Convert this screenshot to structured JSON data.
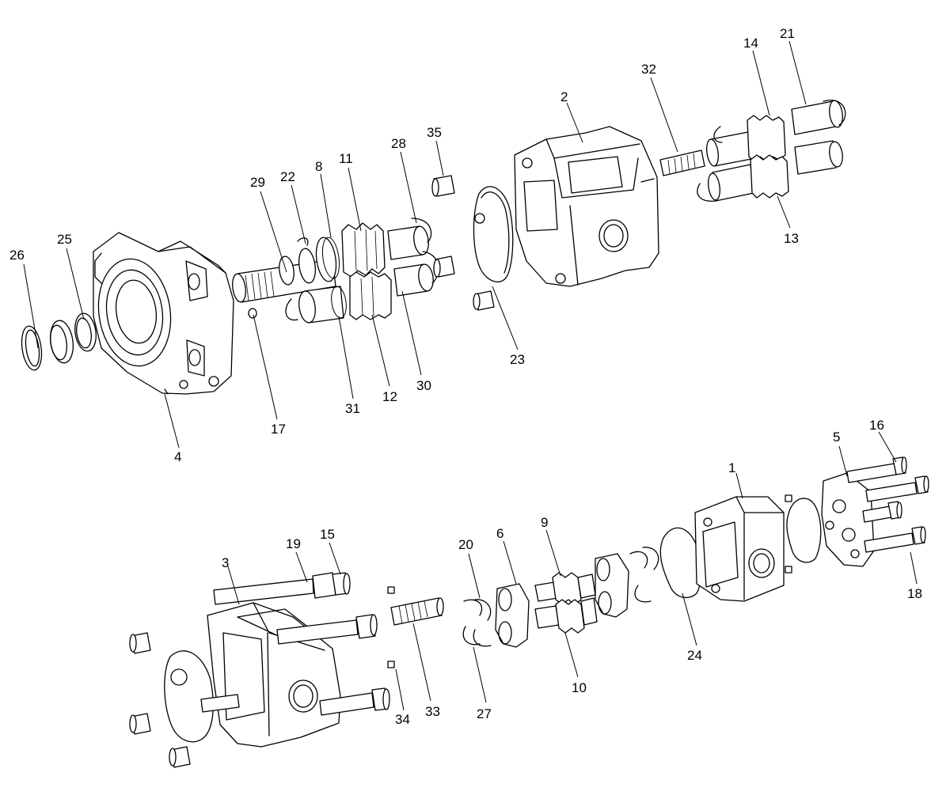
{
  "diagram": {
    "parts": [
      {
        "id": "1"
      },
      {
        "id": "2"
      },
      {
        "id": "3"
      },
      {
        "id": "4"
      },
      {
        "id": "5"
      },
      {
        "id": "6"
      },
      {
        "id": "8"
      },
      {
        "id": "9"
      },
      {
        "id": "10"
      },
      {
        "id": "11"
      },
      {
        "id": "12"
      },
      {
        "id": "13"
      },
      {
        "id": "14"
      },
      {
        "id": "15"
      },
      {
        "id": "16"
      },
      {
        "id": "17"
      },
      {
        "id": "18"
      },
      {
        "id": "19"
      },
      {
        "id": "20"
      },
      {
        "id": "21"
      },
      {
        "id": "22"
      },
      {
        "id": "23"
      },
      {
        "id": "24"
      },
      {
        "id": "25"
      },
      {
        "id": "26"
      },
      {
        "id": "27"
      },
      {
        "id": "28"
      },
      {
        "id": "29"
      },
      {
        "id": "30"
      },
      {
        "id": "31"
      },
      {
        "id": "32"
      },
      {
        "id": "33"
      },
      {
        "id": "34"
      },
      {
        "id": "35"
      }
    ]
  }
}
